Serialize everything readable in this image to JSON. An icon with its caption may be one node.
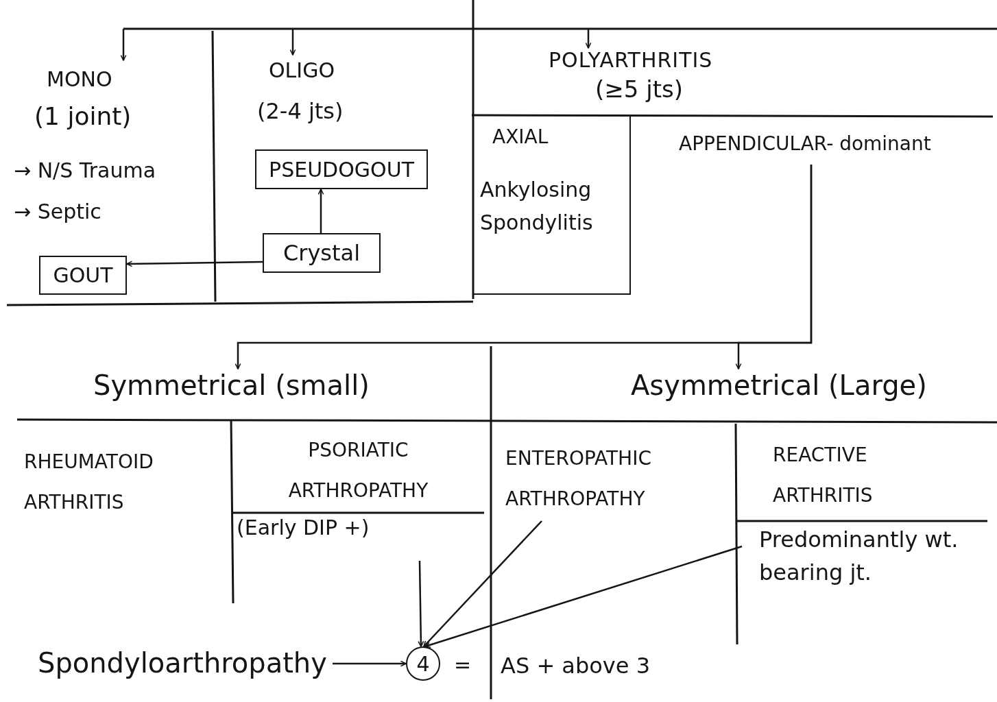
{
  "diagram": {
    "nodes": [
      {
        "text": [
          "MONO",
          "(1 joint)",
          "→ N/S Trauma",
          "→ Septic"
        ]
      },
      {
        "text": [
          "GOUT"
        ],
        "in": 0
      },
      {
        "text": [
          "OLIGO",
          "(2-4 jts)"
        ]
      },
      {
        "text": [
          "PSEUDOGOUT"
        ],
        "in": 2
      },
      {
        "text": [
          "Crystal"
        ],
        "in": 2
      },
      {
        "text": [
          "POLYARTHRITIS",
          "(≥5 jts)"
        ]
      },
      {
        "text": [
          "AXIAL",
          "Ankylosing Spondylitis"
        ]
      },
      {
        "text": [
          "APPENDICULAR- dominant"
        ]
      },
      {
        "text": [
          "Symmetrical (small)"
        ]
      },
      {
        "text": [
          "Asymmetrical (Large)"
        ]
      },
      {
        "text": [
          "RHEUMATOID ARTHRITIS"
        ]
      },
      {
        "text": [
          "PSORIATIC ARTHROPATHY",
          "(Early DIP +)"
        ]
      },
      {
        "text": [
          "ENTEROPATHIC ARTHROPATHY"
        ]
      },
      {
        "text": [
          "REACTIVE ARTHRITIS",
          "Predominantly wt. bearing jt."
        ]
      },
      {
        "text": [
          "Spondyloarthropathy"
        ]
      },
      {
        "text": [
          "4"
        ]
      }
    ],
    "edges": [
      {
        "from": null,
        "to": 0,
        "arrow": "to"
      },
      {
        "from": null,
        "to": 2,
        "arrow": "to"
      },
      {
        "from": null,
        "to": 5,
        "arrow": "to"
      },
      {
        "from": 4,
        "to": 3,
        "arrow": "to"
      },
      {
        "from": 4,
        "to": 1,
        "arrow": "to"
      },
      {
        "from": 7,
        "to": 8,
        "arrow": "to"
      },
      {
        "from": 7,
        "to": 9,
        "arrow": "to"
      },
      {
        "from": 11,
        "to": 15,
        "arrow": "to"
      },
      {
        "from": 12,
        "to": 15,
        "arrow": "to"
      },
      {
        "from": 13,
        "to": 15,
        "arrow": "to"
      },
      {
        "from": 14,
        "to": 15,
        "arrow": "to"
      }
    ],
    "labels": [
      "=",
      "AS + above 3"
    ]
  }
}
